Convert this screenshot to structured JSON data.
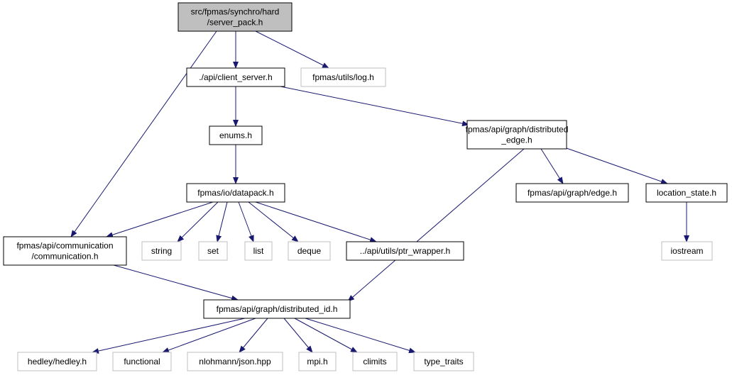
{
  "graph": {
    "colors": {
      "edge": "#191970",
      "root_fill": "#bfbfbf",
      "node_border": "#000000",
      "external_border": "#bfbfbf",
      "node_fill": "#ffffff"
    },
    "nodes": [
      {
        "id": "n0",
        "lines": [
          "src/fpmas/synchro/hard",
          "/server_pack.h"
        ],
        "kind": "root"
      },
      {
        "id": "n1",
        "lines": [
          "./api/client_server.h"
        ],
        "kind": "internal"
      },
      {
        "id": "n2",
        "lines": [
          "fpmas/utils/log.h"
        ],
        "kind": "external"
      },
      {
        "id": "n3",
        "lines": [
          "enums.h"
        ],
        "kind": "internal"
      },
      {
        "id": "n4",
        "lines": [
          "fpmas/api/graph/distributed",
          "_edge.h"
        ],
        "kind": "internal"
      },
      {
        "id": "n5",
        "lines": [
          "fpmas/io/datapack.h"
        ],
        "kind": "internal"
      },
      {
        "id": "n6",
        "lines": [
          "fpmas/api/graph/edge.h"
        ],
        "kind": "internal"
      },
      {
        "id": "n7",
        "lines": [
          "location_state.h"
        ],
        "kind": "internal"
      },
      {
        "id": "n8",
        "lines": [
          "fpmas/api/communication",
          "/communication.h"
        ],
        "kind": "internal"
      },
      {
        "id": "n9",
        "lines": [
          "string"
        ],
        "kind": "external"
      },
      {
        "id": "n10",
        "lines": [
          "set"
        ],
        "kind": "external"
      },
      {
        "id": "n11",
        "lines": [
          "list"
        ],
        "kind": "external"
      },
      {
        "id": "n12",
        "lines": [
          "deque"
        ],
        "kind": "external"
      },
      {
        "id": "n13",
        "lines": [
          "../api/utils/ptr_wrapper.h"
        ],
        "kind": "internal"
      },
      {
        "id": "n14",
        "lines": [
          "iostream"
        ],
        "kind": "external"
      },
      {
        "id": "n15",
        "lines": [
          "fpmas/api/graph/distributed_id.h"
        ],
        "kind": "internal"
      },
      {
        "id": "n16",
        "lines": [
          "hedley/hedley.h"
        ],
        "kind": "external"
      },
      {
        "id": "n17",
        "lines": [
          "functional"
        ],
        "kind": "external"
      },
      {
        "id": "n18",
        "lines": [
          "nlohmann/json.hpp"
        ],
        "kind": "external"
      },
      {
        "id": "n19",
        "lines": [
          "mpi.h"
        ],
        "kind": "external"
      },
      {
        "id": "n20",
        "lines": [
          "climits"
        ],
        "kind": "external"
      },
      {
        "id": "n21",
        "lines": [
          "type_traits"
        ],
        "kind": "external"
      }
    ],
    "edges": [
      {
        "from": "n0",
        "to": "n8"
      },
      {
        "from": "n0",
        "to": "n1"
      },
      {
        "from": "n0",
        "to": "n2"
      },
      {
        "from": "n1",
        "to": "n3"
      },
      {
        "from": "n1",
        "to": "n4"
      },
      {
        "from": "n3",
        "to": "n5"
      },
      {
        "from": "n4",
        "to": "n6"
      },
      {
        "from": "n4",
        "to": "n7"
      },
      {
        "from": "n4",
        "to": "n15"
      },
      {
        "from": "n5",
        "to": "n8"
      },
      {
        "from": "n5",
        "to": "n9"
      },
      {
        "from": "n5",
        "to": "n10"
      },
      {
        "from": "n5",
        "to": "n11"
      },
      {
        "from": "n5",
        "to": "n12"
      },
      {
        "from": "n5",
        "to": "n13"
      },
      {
        "from": "n7",
        "to": "n14"
      },
      {
        "from": "n8",
        "to": "n15"
      },
      {
        "from": "n15",
        "to": "n16"
      },
      {
        "from": "n15",
        "to": "n17"
      },
      {
        "from": "n15",
        "to": "n18"
      },
      {
        "from": "n15",
        "to": "n19"
      },
      {
        "from": "n15",
        "to": "n20"
      },
      {
        "from": "n15",
        "to": "n21"
      }
    ]
  }
}
